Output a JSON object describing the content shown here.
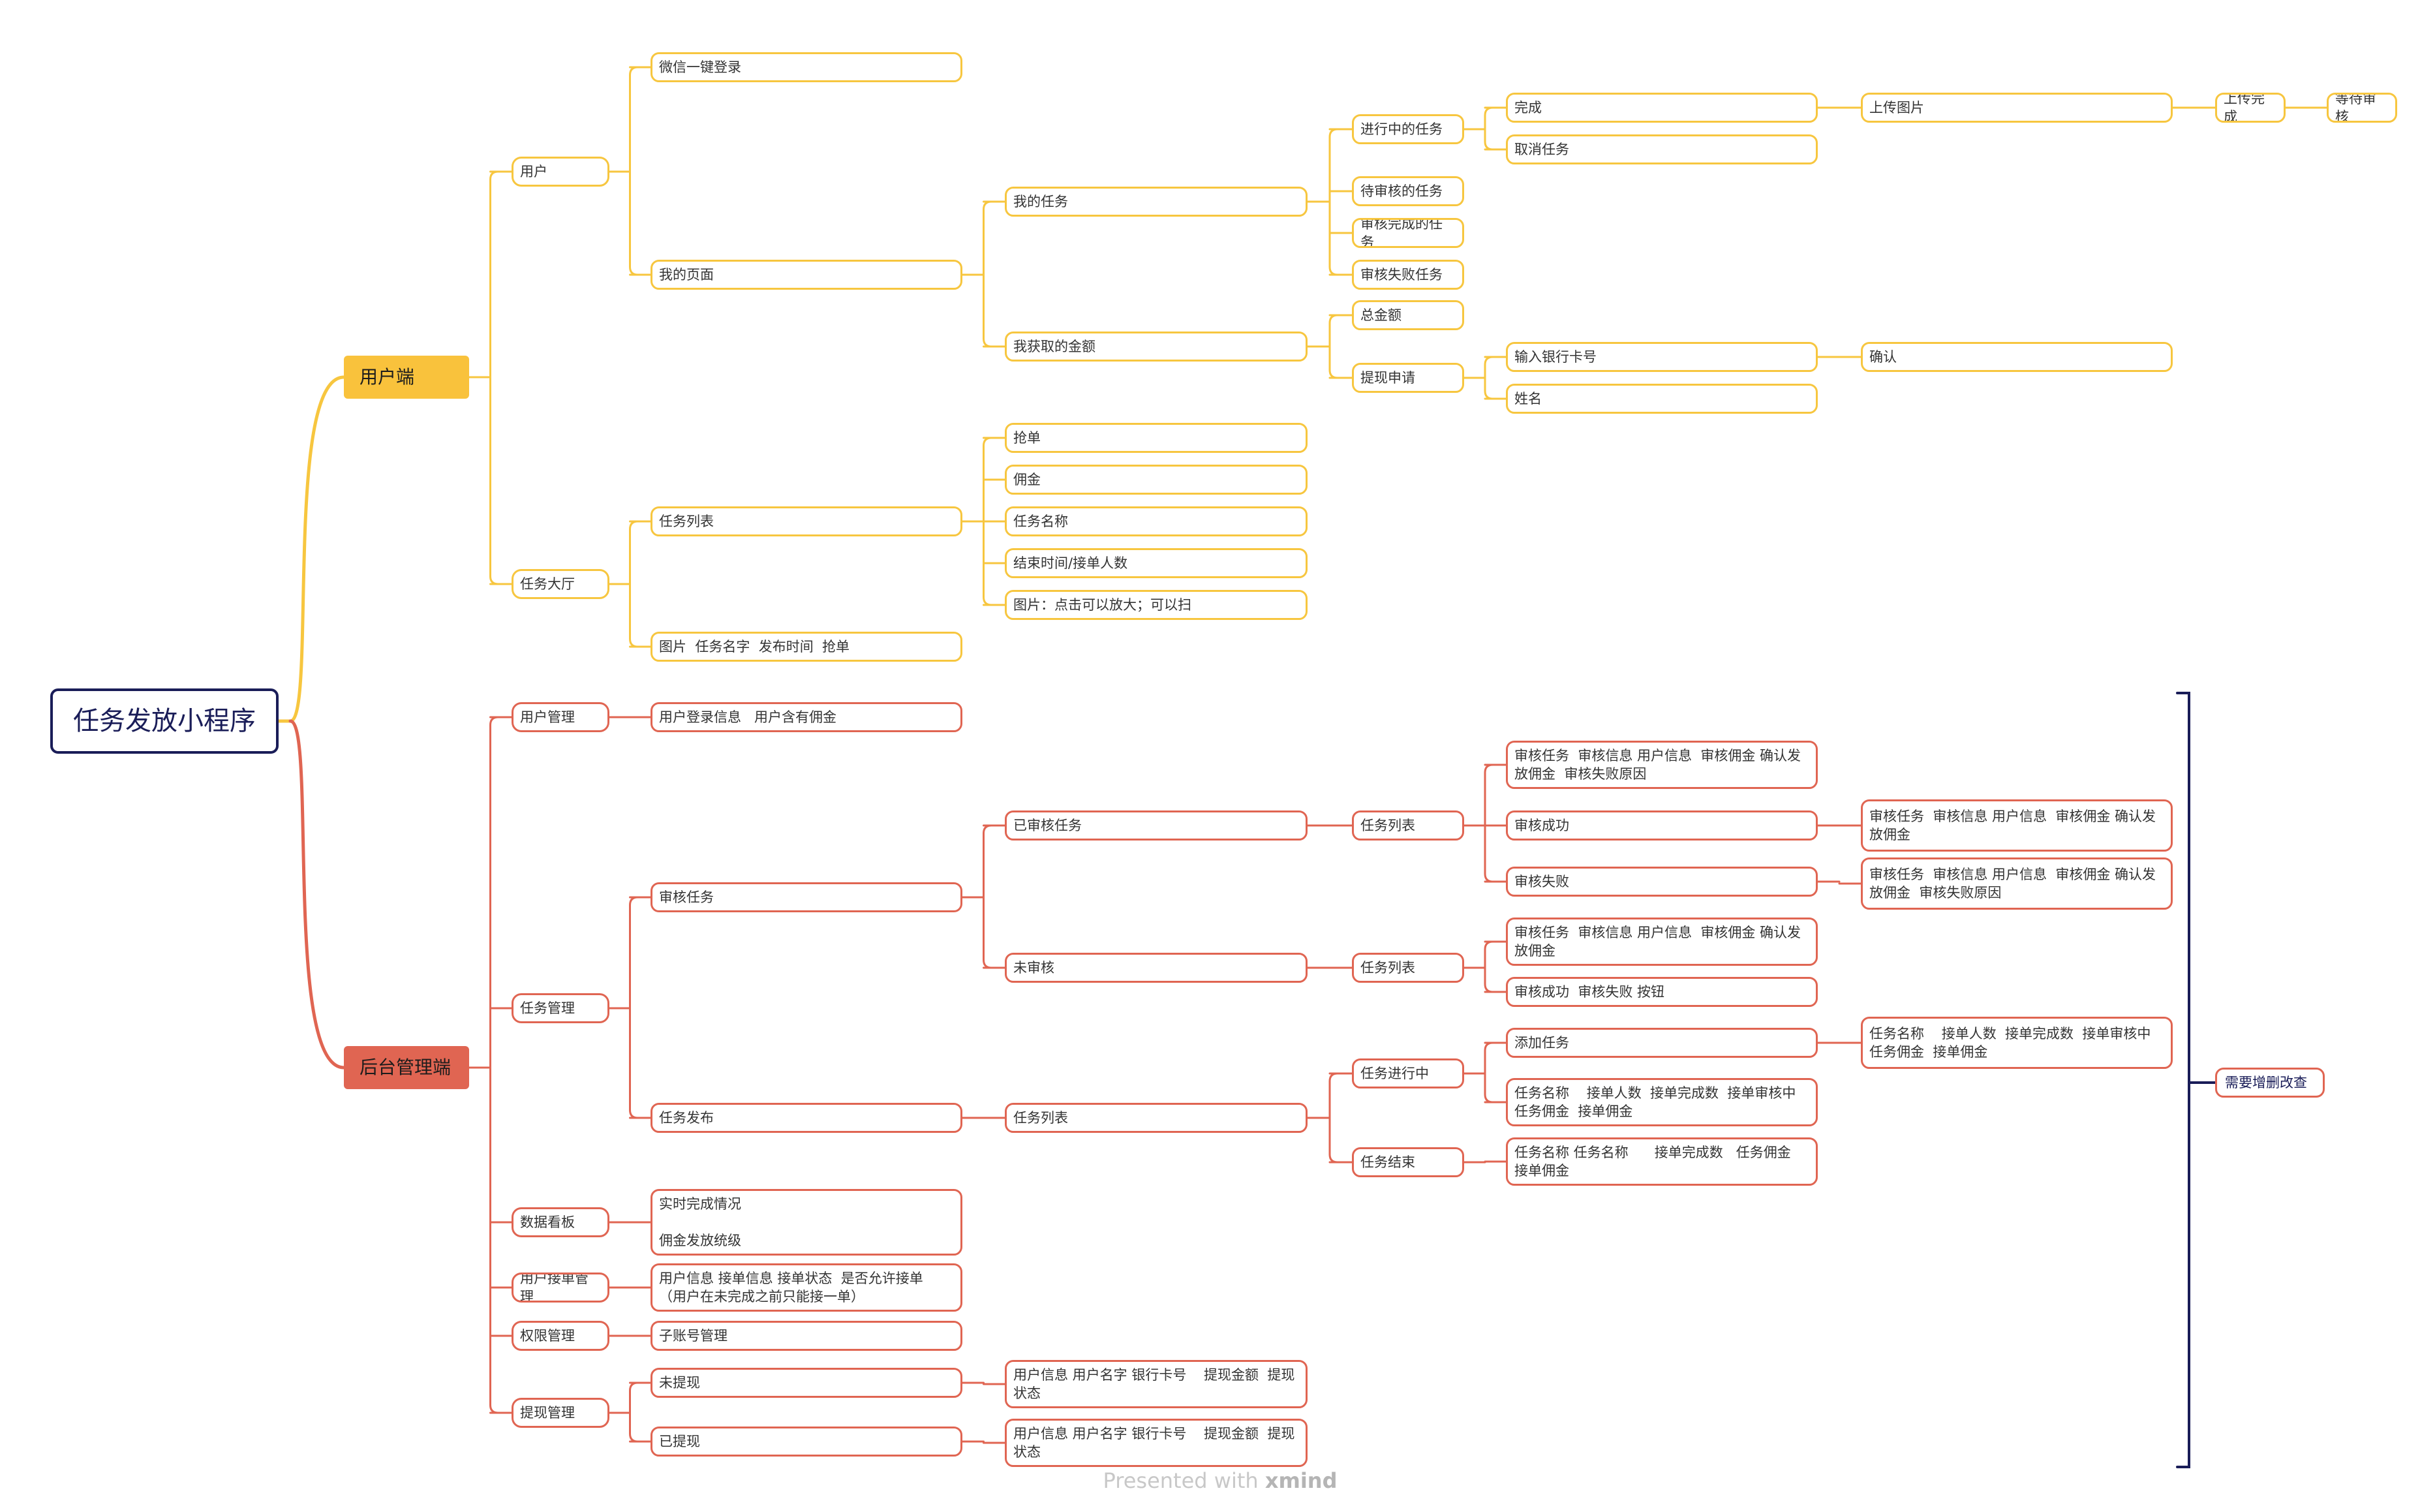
{
  "colors": {
    "user_branch": "#f7c63f",
    "admin_branch": "#e06552",
    "root_border": "#1a1d58"
  },
  "root": "任务发放小程序",
  "branches": [
    {
      "label": "用户端",
      "color": "#f7c63f",
      "children": [
        {
          "label": "用户",
          "children": [
            {
              "label": "微信一键登录"
            },
            {
              "label": "我的页面",
              "children": [
                {
                  "label": "我的任务",
                  "children": [
                    {
                      "label": "进行中的任务",
                      "children": [
                        {
                          "label": "完成",
                          "children": [
                            {
                              "label": "上传图片",
                              "children": [
                                {
                                  "label": "上传完成",
                                  "children": [
                                    {
                                      "label": "等待审核"
                                    }
                                  ]
                                }
                              ]
                            }
                          ]
                        },
                        {
                          "label": "取消任务"
                        }
                      ]
                    },
                    {
                      "label": "待审核的任务"
                    },
                    {
                      "label": "审核完成的任务"
                    },
                    {
                      "label": "审核失败任务"
                    }
                  ]
                },
                {
                  "label": "我获取的金额",
                  "children": [
                    {
                      "label": "总金额"
                    },
                    {
                      "label": "提现申请",
                      "children": [
                        {
                          "label": "输入银行卡号",
                          "children": [
                            {
                              "label": "确认"
                            }
                          ]
                        },
                        {
                          "label": "姓名"
                        }
                      ]
                    }
                  ]
                }
              ]
            }
          ]
        },
        {
          "label": "任务大厅",
          "children": [
            {
              "label": "任务列表",
              "children": [
                {
                  "label": "抢单"
                },
                {
                  "label": "佣金"
                },
                {
                  "label": "任务名称"
                },
                {
                  "label": "结束时间/接单人数"
                },
                {
                  "label": "图片：点击可以放大；可以扫"
                }
              ]
            },
            {
              "label": "图片  任务名字  发布时间  抢单"
            }
          ]
        }
      ]
    },
    {
      "label": "后台管理端",
      "color": "#e06552",
      "children": [
        {
          "label": "用户管理",
          "children": [
            {
              "label": "用户登录信息   用户含有佣金"
            }
          ]
        },
        {
          "label": "任务管理",
          "children": [
            {
              "label": "审核任务",
              "children": [
                {
                  "label": "已审核任务",
                  "children": [
                    {
                      "label": "任务列表",
                      "children": [
                        {
                          "label": "审核任务  审核信息 用户信息  审核佣金 确认发放佣金  审核失败原因"
                        },
                        {
                          "label": "审核成功",
                          "children": [
                            {
                              "label": "审核任务  审核信息 用户信息  审核佣金 确认发放佣金"
                            }
                          ]
                        },
                        {
                          "label": "审核失败",
                          "children": [
                            {
                              "label": "审核任务  审核信息 用户信息  审核佣金 确认发放佣金  审核失败原因"
                            }
                          ]
                        }
                      ]
                    }
                  ]
                },
                {
                  "label": "未审核",
                  "children": [
                    {
                      "label": "任务列表",
                      "children": [
                        {
                          "label": "审核任务  审核信息 用户信息  审核佣金 确认发放佣金"
                        },
                        {
                          "label": "审核成功  审核失败 按钮"
                        }
                      ]
                    }
                  ]
                }
              ]
            },
            {
              "label": "任务发布",
              "children": [
                {
                  "label": "任务列表",
                  "children": [
                    {
                      "label": "任务进行中",
                      "children": [
                        {
                          "label": "添加任务",
                          "children": [
                            {
                              "label": "任务名称    接单人数  接单完成数  接单审核中  任务佣金  接单佣金"
                            }
                          ]
                        },
                        {
                          "label": "任务名称    接单人数  接单完成数  接单审核中  任务佣金  接单佣金"
                        }
                      ]
                    },
                    {
                      "label": "任务结束",
                      "children": [
                        {
                          "label": "任务名称 任务名称      接单完成数   任务佣金  接单佣金"
                        }
                      ]
                    }
                  ]
                }
              ]
            }
          ]
        },
        {
          "label": "数据看板",
          "children": [
            {
              "label": "实时完成情况\n\n佣金发放统级"
            }
          ]
        },
        {
          "label": "用户接单管理",
          "children": [
            {
              "label": "用户信息 接单信息 接单状态  是否允许接单 （用户在未完成之前只能接一单）"
            }
          ]
        },
        {
          "label": "权限管理",
          "children": [
            {
              "label": "子账号管理"
            }
          ]
        },
        {
          "label": "提现管理",
          "children": [
            {
              "label": "未提现",
              "children": [
                {
                  "label": "用户信息 用户名字 银行卡号    提现金额  提现状态"
                }
              ]
            },
            {
              "label": "已提现",
              "children": [
                {
                  "label": "用户信息 用户名字 银行卡号    提现金额  提现状态"
                }
              ]
            }
          ]
        }
      ]
    }
  ],
  "summary_note": "需要增删改查",
  "footer": {
    "prefix": "Presented with",
    "brand": "xmind"
  }
}
